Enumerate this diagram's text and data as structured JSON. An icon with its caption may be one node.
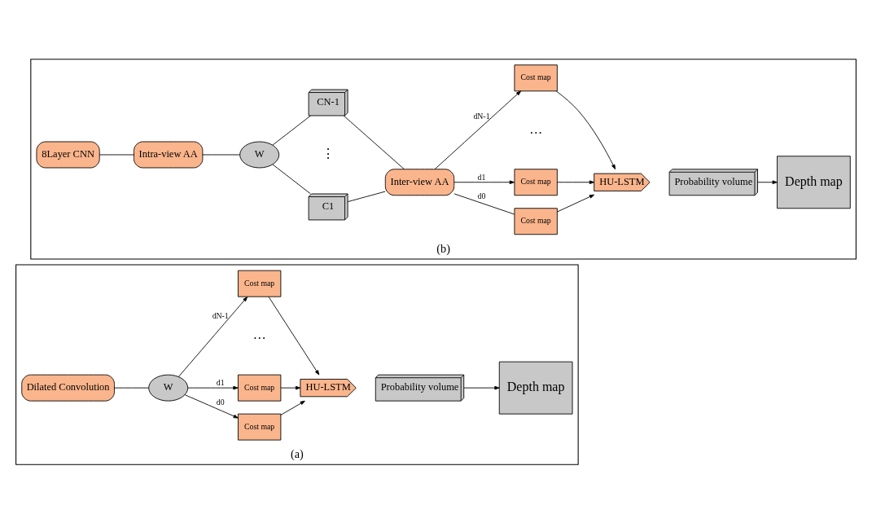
{
  "diagram": {
    "nodes": [
      {
        "text": [],
        "shape": "box",
        "beside": [
          "(a)"
        ]
      },
      {
        "text": [
          "Dilated Convolution"
        ],
        "in": 0
      },
      {
        "text": [
          "W"
        ],
        "in": 0
      },
      {
        "text": [
          "HU-LSTM"
        ],
        "in": 0
      },
      {
        "text": [
          "Cost map"
        ],
        "in": 0
      },
      {
        "text": [
          "Cost map"
        ],
        "in": 0
      },
      {
        "text": [
          "Cost map"
        ],
        "in": 0
      },
      {
        "text": [
          "Probability volume"
        ],
        "in": 0
      },
      {
        "text": [
          "Depth map"
        ],
        "in": 0
      },
      {
        "text": [],
        "shape": "box",
        "beside": [
          "(b)"
        ]
      },
      {
        "text": [
          "8Layer CNN"
        ],
        "in": 9
      },
      {
        "text": [
          "Intra-view AA"
        ],
        "in": 9
      },
      {
        "text": [
          "W"
        ],
        "in": 9
      },
      {
        "text": [
          "C1"
        ],
        "in": 9
      },
      {
        "text": [
          "CN-1"
        ],
        "in": 9
      },
      {
        "text": [
          "Inter-view AA"
        ],
        "in": 9
      },
      {
        "text": [
          "HU-LSTM"
        ],
        "in": 9
      },
      {
        "text": [
          "Cost map"
        ],
        "in": 9
      },
      {
        "text": [
          "Cost map"
        ],
        "in": 9
      },
      {
        "text": [
          "Cost map"
        ],
        "in": 9
      },
      {
        "text": [
          "Probability volume"
        ],
        "in": 9
      },
      {
        "text": [
          "Depth map"
        ],
        "in": 9
      }
    ],
    "edges": [
      {
        "from": 1,
        "to": 2,
        "arrow": "none"
      },
      {
        "from": 2,
        "to": 4,
        "arrow": "to",
        "label": "d0"
      },
      {
        "from": 2,
        "to": 5,
        "arrow": "to",
        "label": "d1"
      },
      {
        "from": 2,
        "to": 6,
        "arrow": "to",
        "label": "dN-1"
      },
      {
        "from": 4,
        "to": 3,
        "arrow": "to"
      },
      {
        "from": 5,
        "to": 3,
        "arrow": "to"
      },
      {
        "from": 6,
        "to": 3,
        "arrow": "to"
      },
      {
        "from": 7,
        "to": 8,
        "arrow": "to"
      },
      {
        "from": 10,
        "to": 11,
        "arrow": "none"
      },
      {
        "from": 11,
        "to": 12,
        "arrow": "none"
      },
      {
        "from": 12,
        "to": 13,
        "arrow": "none"
      },
      {
        "from": 12,
        "to": 14,
        "arrow": "none"
      },
      {
        "from": 13,
        "to": 15,
        "arrow": "none"
      },
      {
        "from": 14,
        "to": 15,
        "arrow": "none"
      },
      {
        "from": 15,
        "to": 17,
        "arrow": "none",
        "label": "d0"
      },
      {
        "from": 15,
        "to": 18,
        "arrow": "to",
        "label": "d1"
      },
      {
        "from": 15,
        "to": 19,
        "arrow": "to",
        "label": "dN-1"
      },
      {
        "from": 17,
        "to": 16,
        "arrow": "to"
      },
      {
        "from": 18,
        "to": 16,
        "arrow": "to"
      },
      {
        "from": 19,
        "to": 16,
        "arrow": "to"
      },
      {
        "from": 20,
        "to": 21,
        "arrow": "to"
      }
    ],
    "labels": [
      "…",
      "⋮",
      "…"
    ]
  }
}
